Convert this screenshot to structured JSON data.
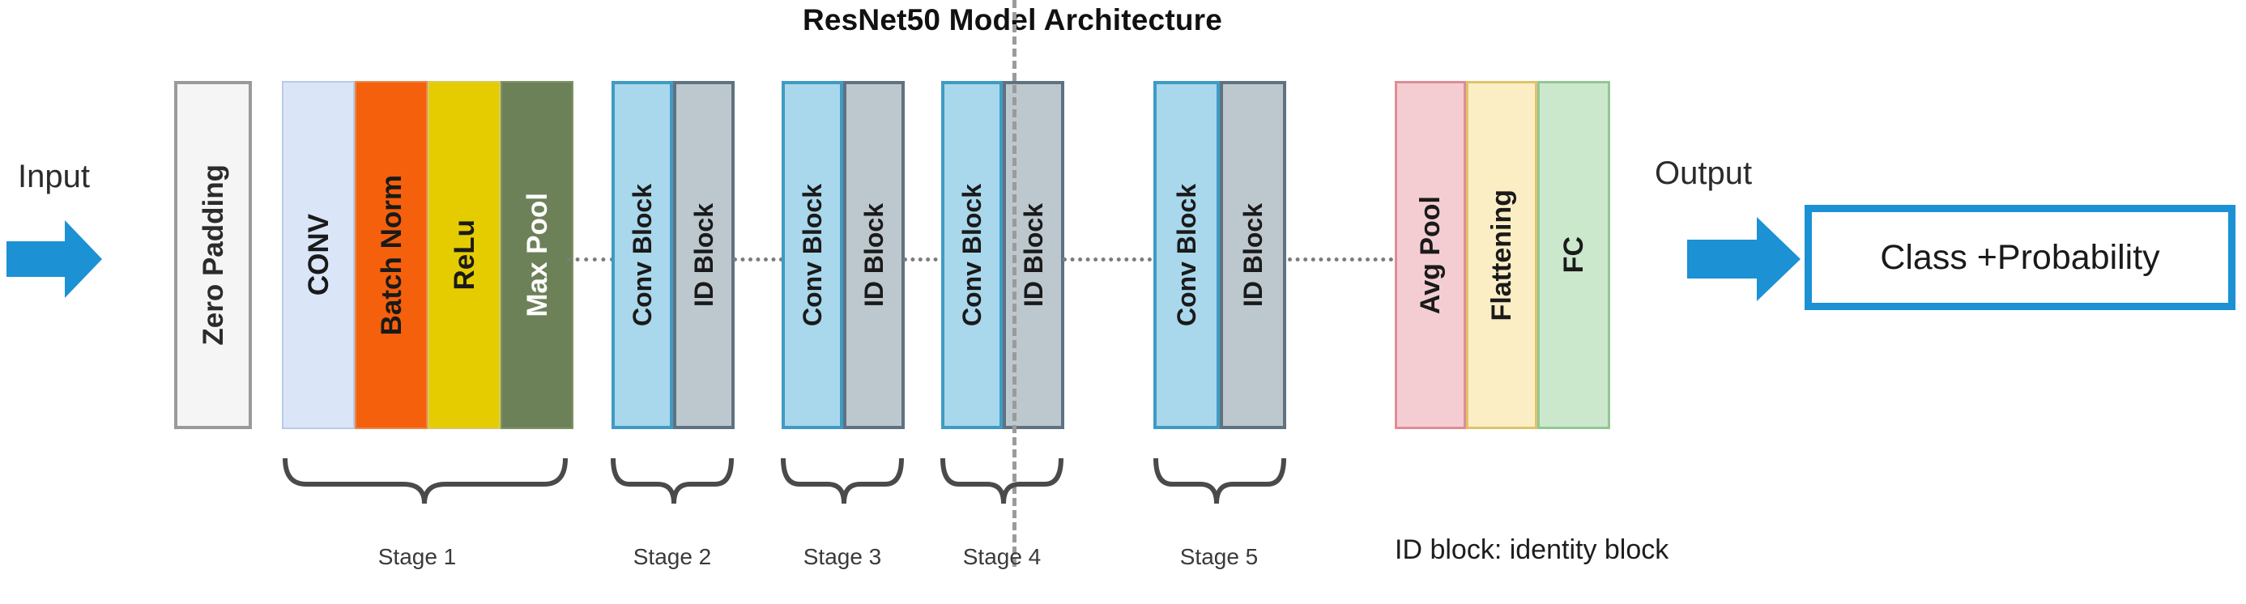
{
  "title": "ResNet50 Model Architecture",
  "io": {
    "input_label": "Input",
    "output_label": "Output",
    "output_box_text": "Class +Probability"
  },
  "preprocess": {
    "label": "Zero  Padding",
    "fill": "#f5f5f5",
    "border": "#9a9a9a"
  },
  "blocks": {
    "stage1": [
      {
        "label": "CONV",
        "fill": "#dae6f8",
        "text": "#1a1a1a"
      },
      {
        "label": "Batch Norm",
        "fill": "#f4600c",
        "text": "#1a1a1a"
      },
      {
        "label": "ReLu",
        "fill": "#e5cc00",
        "text": "#1a1a1a"
      },
      {
        "label": "Max Pool",
        "fill": "#6d8159",
        "text": "#ffffff"
      }
    ],
    "stage_pair": [
      {
        "label": "Conv Block",
        "fill": "#a9d7ec",
        "text": "#1a1a1a"
      },
      {
        "label": "ID Block",
        "fill": "#bdc7ce",
        "text": "#1a1a1a"
      }
    ],
    "tail": [
      {
        "label": "Avg Pool",
        "fill": "#f4cdd3",
        "text": "#1a1a1a"
      },
      {
        "label": "Flattening",
        "fill": "#fbeec4",
        "text": "#1a1a1a"
      },
      {
        "label": "FC",
        "fill": "#cbe8cd",
        "text": "#1a1a1a"
      }
    ]
  },
  "stages": [
    {
      "label": "Stage 1"
    },
    {
      "label": "Stage 2"
    },
    {
      "label": "Stage 3"
    },
    {
      "label": "Stage 4"
    },
    {
      "label": "Stage 5"
    }
  ],
  "legend": "ID block: identity block",
  "colors": {
    "arrow_blue": "#1c91d4",
    "outbox_border": "#1c91d4",
    "connector": "#7c7c7c",
    "brace": "#4a4a4a",
    "divider_dashed": "#9b9b9b"
  }
}
